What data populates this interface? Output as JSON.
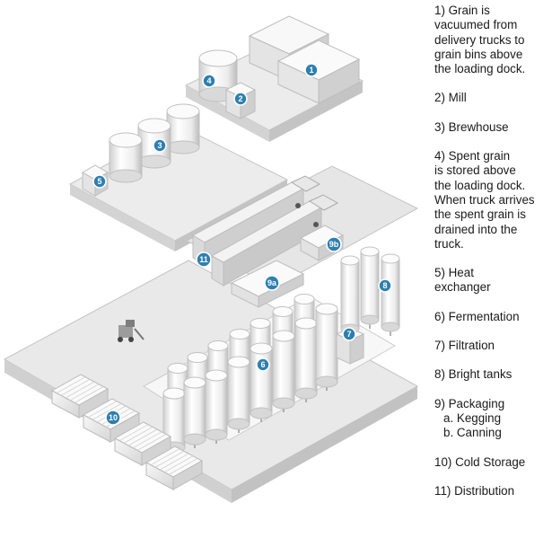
{
  "markers": [
    "1",
    "2",
    "3",
    "4",
    "5",
    "6",
    "7",
    "8",
    "9a",
    "9b",
    "10",
    "11"
  ],
  "legend": [
    {
      "lines": [
        "1)  Grain is",
        "vacuumed from",
        "delivery trucks to",
        "grain bins above",
        "the loading dock."
      ]
    },
    {
      "lines": [
        "2)  Mill"
      ]
    },
    {
      "lines": [
        "3)  Brewhouse"
      ]
    },
    {
      "lines": [
        "4)  Spent grain",
        "is stored above",
        "the loading dock.",
        "When truck arrives",
        "the spent grain is",
        "drained into the",
        "truck."
      ]
    },
    {
      "lines": [
        "5)  Heat",
        "exchanger"
      ]
    },
    {
      "lines": [
        "6)  Fermentation"
      ]
    },
    {
      "lines": [
        "7)  Filtration"
      ]
    },
    {
      "lines": [
        "8)  Bright tanks"
      ]
    },
    {
      "lines": [
        "9)  Packaging"
      ],
      "sub": [
        "a.  Kegging",
        "b.  Canning"
      ]
    },
    {
      "lines": [
        "10) Cold Storage"
      ]
    },
    {
      "lines": [
        "11) Distribution"
      ]
    }
  ],
  "colors": {
    "marker": "#2e7fae",
    "floor": "#e9e9e9",
    "edge": "#b9b9b9"
  }
}
